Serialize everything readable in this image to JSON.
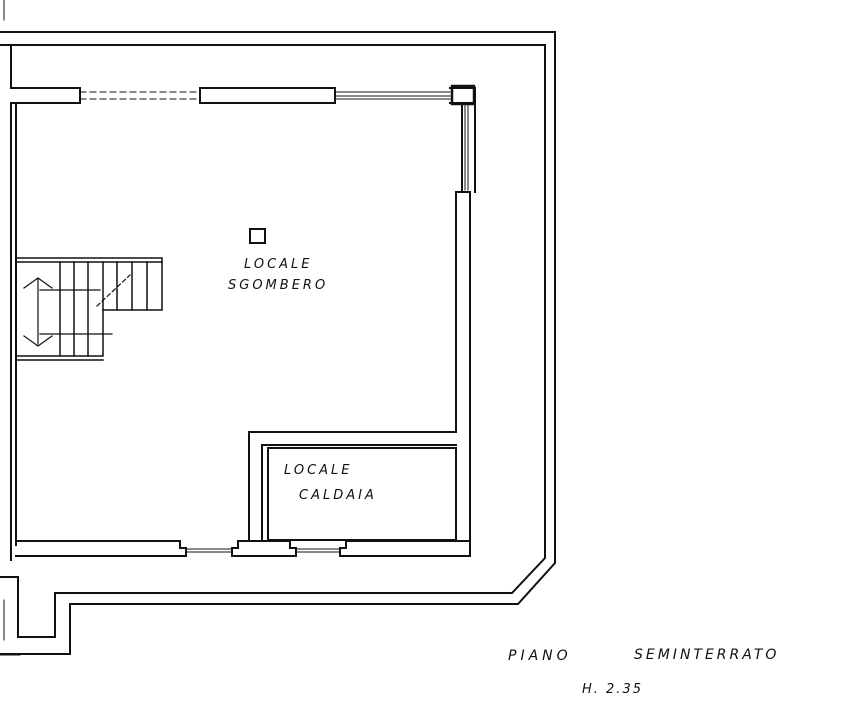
{
  "rooms": {
    "storage": {
      "line1": "LOCALE",
      "line2": "SGOMBERO"
    },
    "boiler": {
      "line1": "LOCALE",
      "line2": "CALDAIA"
    }
  },
  "title": {
    "floor": "PIANO",
    "floor_name": "SEMINTERRATO",
    "height": "H. 2.35"
  },
  "colors": {
    "ink": "#111111",
    "paper": "#ffffff"
  }
}
